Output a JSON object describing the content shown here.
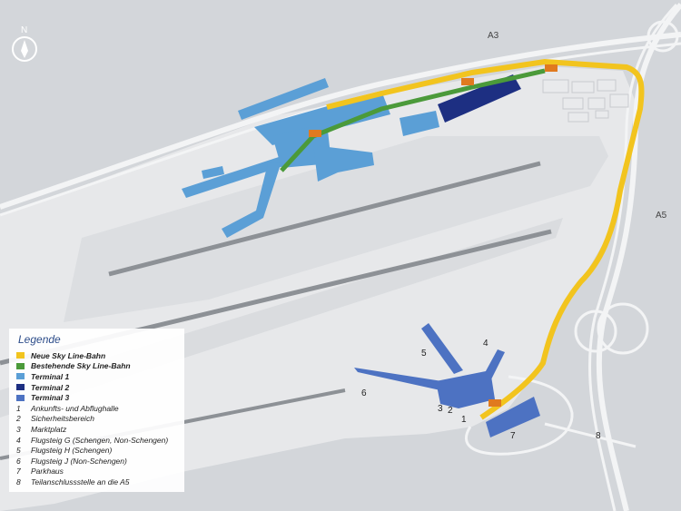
{
  "compass": {
    "letter": "N"
  },
  "roads": {
    "a3": "A3",
    "a5": "A5"
  },
  "colors": {
    "neue": "#f2c41e",
    "bestehende": "#4b9a3a",
    "terminal1": "#5b9fd6",
    "terminal2": "#1d2f82",
    "terminal3": "#4d72c2",
    "station": "#e07a1f"
  },
  "map_labels": {
    "n1": "1",
    "n2": "2",
    "n3": "3",
    "n4": "4",
    "n5": "5",
    "n6": "6",
    "n7": "7",
    "n8": "8"
  },
  "legend": {
    "title": "Legende",
    "color_items": [
      {
        "label": "Neue Sky Line-Bahn",
        "color": "#f2c41e"
      },
      {
        "label": "Bestehende Sky Line-Bahn",
        "color": "#4b9a3a"
      },
      {
        "label": "Terminal 1",
        "color": "#5b9fd6"
      },
      {
        "label": "Terminal 2",
        "color": "#1d2f82"
      },
      {
        "label": "Terminal 3",
        "color": "#4d72c2"
      }
    ],
    "numbered_items": [
      {
        "num": "1",
        "label": "Ankunfts- und Abflughalle"
      },
      {
        "num": "2",
        "label": "Sicherheitsbereich"
      },
      {
        "num": "3",
        "label": "Marktplatz"
      },
      {
        "num": "4",
        "label": "Flugsteig G (Schengen, Non-Schengen)"
      },
      {
        "num": "5",
        "label": "Flugsteig H (Schengen)"
      },
      {
        "num": "6",
        "label": "Flugsteig J (Non-Schengen)"
      },
      {
        "num": "7",
        "label": "Parkhaus"
      },
      {
        "num": "8",
        "label": "Teilanschlussstelle an die A5"
      }
    ]
  }
}
